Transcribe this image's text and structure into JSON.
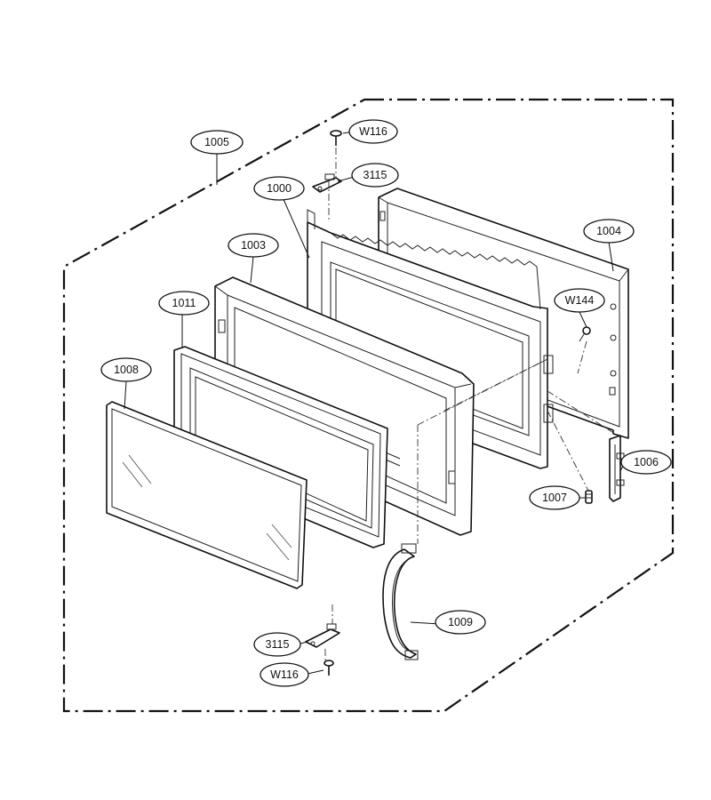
{
  "callouts": {
    "c1005": "1005",
    "cW116_top": "W116",
    "c3115_top": "3115",
    "c1000": "1000",
    "c1003": "1003",
    "c1004": "1004",
    "c1011": "1011",
    "cW144": "W144",
    "c1008": "1008",
    "c1006": "1006",
    "c1007": "1007",
    "c1009": "1009",
    "c3115_bottom": "3115",
    "cW116_bottom": "W116"
  }
}
